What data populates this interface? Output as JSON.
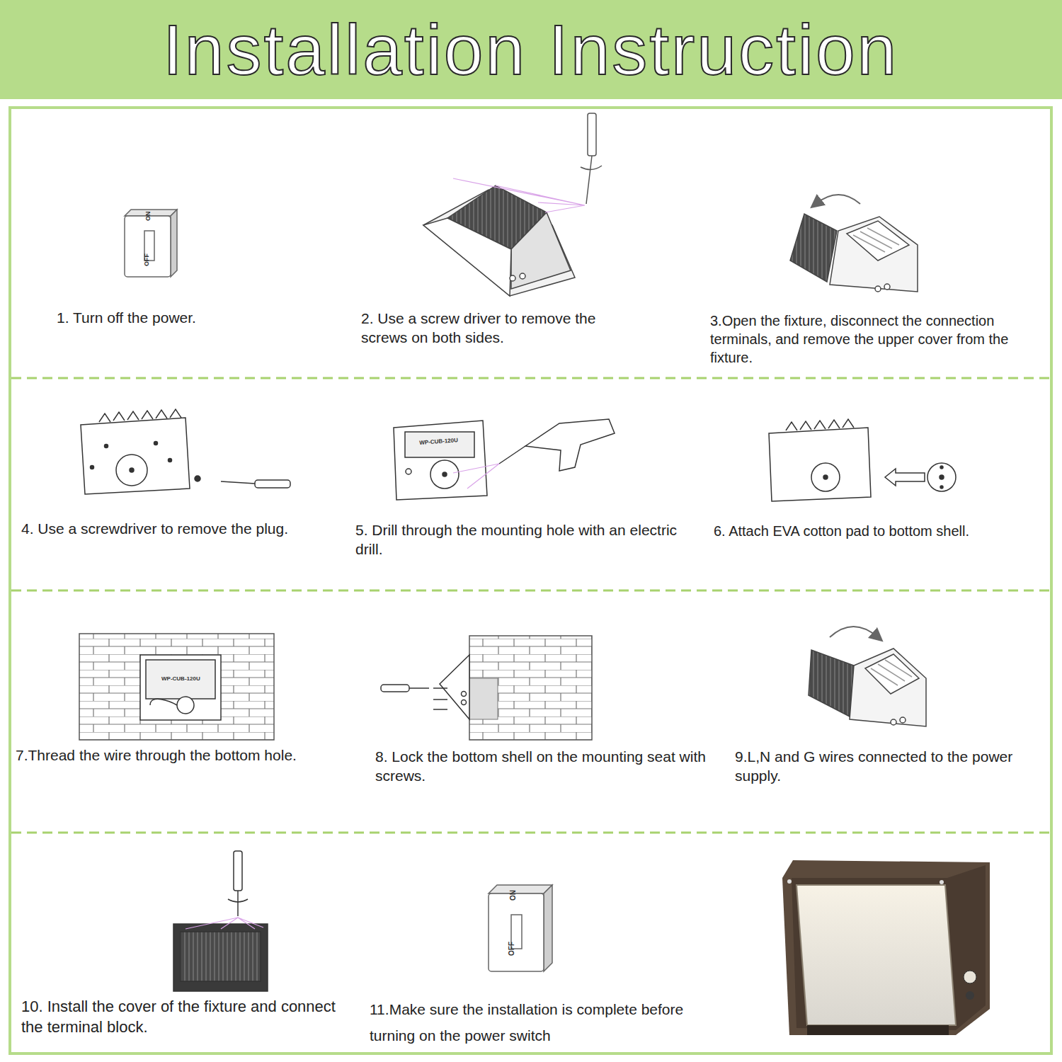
{
  "diagram": {
    "title": "Installation Instruction",
    "labels": [
      "ON",
      "OFF",
      "1. Turn off the power.",
      "2. Use a screw driver to remove the screws on both sides.",
      "3.Open the fixture, disconnect the connection terminals, and remove the upper cover from the fixture.",
      "WP-CUB-120U",
      "4. Use a screwdriver to remove the plug.",
      "5. Drill through the mounting hole with an electric drill.",
      "6. Attach EVA cotton pad to bottom shell.",
      "WP-CUB-120U",
      "7.Thread the wire through the bottom hole.",
      "8. Lock the bottom shell on the mounting seat with screws.",
      "9.L,N and G wires connected to the power supply.",
      "10. Install the cover of the fixture and connect the terminal block.",
      "ON",
      "OFF",
      "11.Make sure the installation is complete before turning on the power switch"
    ]
  }
}
